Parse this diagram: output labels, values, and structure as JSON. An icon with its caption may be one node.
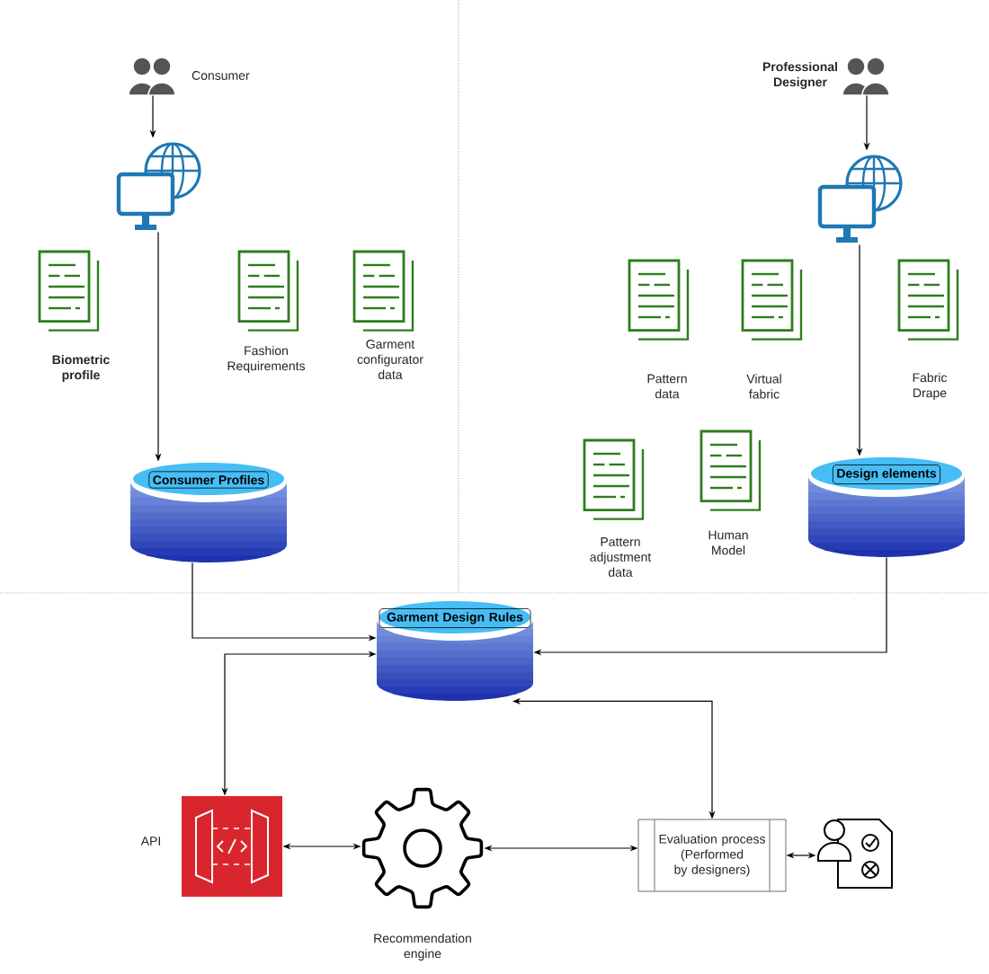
{
  "diagram": {
    "nodes": [
      {
        "text": [],
        "shape": "person",
        "beside": [
          "Consumer"
        ]
      },
      {
        "text": [],
        "shape": "picture"
      },
      {
        "text": [
          "Consumer Profiles"
        ]
      },
      {
        "text": [],
        "shape": "person",
        "beside": [
          "Professional Designer"
        ]
      },
      {
        "text": [],
        "shape": "picture"
      },
      {
        "text": [
          "Design elements"
        ]
      },
      {
        "text": [
          "Garment Design Rules"
        ]
      },
      {
        "text": [],
        "shape": "picture",
        "beside": [
          "API"
        ]
      },
      {
        "text": [],
        "shape": "picture",
        "beside": [
          "Recommendation engine"
        ]
      },
      {
        "text": [
          "Evaluation process (Performed by designers)"
        ]
      },
      {
        "text": [],
        "shape": "picture"
      }
    ],
    "edges": [
      {
        "from": 0,
        "to": 1,
        "arrow": "to"
      },
      {
        "from": 1,
        "to": 2,
        "arrow": "to"
      },
      {
        "from": 3,
        "to": 4,
        "arrow": "to"
      },
      {
        "from": 4,
        "to": 5,
        "arrow": "to"
      },
      {
        "from": 2,
        "to": 6,
        "arrow": "to"
      },
      {
        "from": 5,
        "to": 6,
        "arrow": "to"
      },
      {
        "from": 6,
        "to": 7,
        "arrow": "both"
      },
      {
        "from": 7,
        "to": 8,
        "arrow": "both"
      },
      {
        "from": 8,
        "to": 9,
        "arrow": "both"
      },
      {
        "from": 9,
        "to": 6,
        "arrow": "both"
      },
      {
        "from": 9,
        "to": 10,
        "arrow": "both"
      }
    ],
    "labels": [
      "Biometric profile",
      "Fashion Requirements",
      "Garment configurator data",
      "Pattern data",
      "Virtual fabric",
      "Fabric Drape",
      "Pattern adjustment data",
      "Human Model"
    ]
  }
}
